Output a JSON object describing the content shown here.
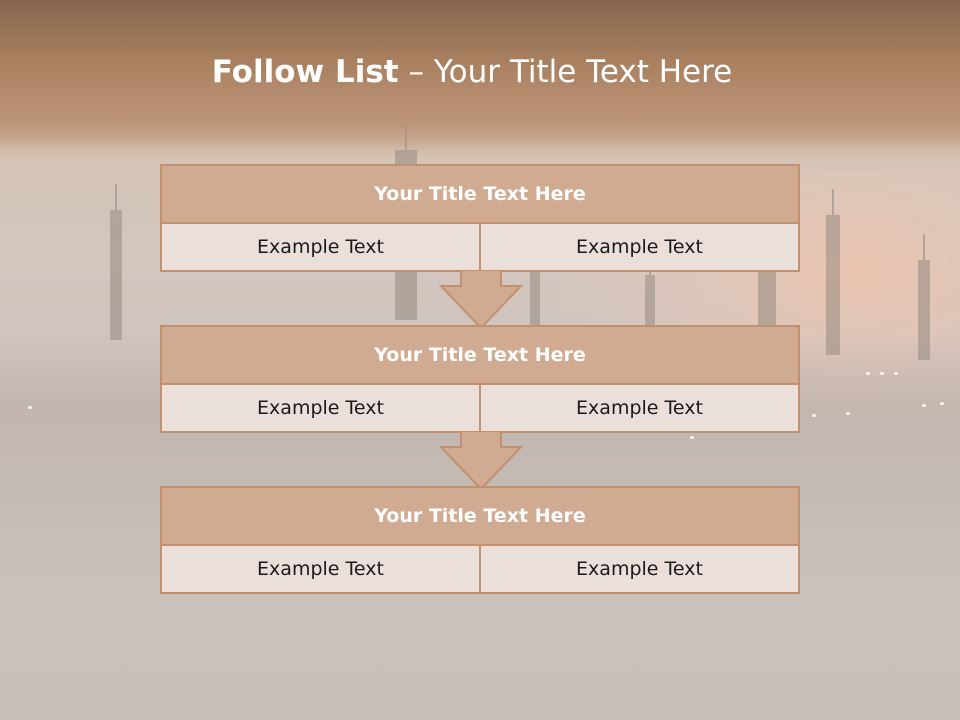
{
  "title": {
    "bold": "Follow List",
    "rest": "– Your Title Text Here"
  },
  "boxes": [
    {
      "title": "Your Title Text Here",
      "left": "Example Text",
      "right": "Example Text"
    },
    {
      "title": "Your Title Text Here",
      "left": "Example Text",
      "right": "Example Text"
    },
    {
      "title": "Your Title Text Here",
      "left": "Example Text",
      "right": "Example Text"
    }
  ],
  "colors": {
    "header": "#a8805f",
    "box_border": "#c2906d",
    "box_title_bg": "#d0ab91",
    "cell_bg": "#ebdfd9",
    "arrow_fill": "#d0ab91"
  },
  "icons": [
    "down-arrow-icon"
  ]
}
